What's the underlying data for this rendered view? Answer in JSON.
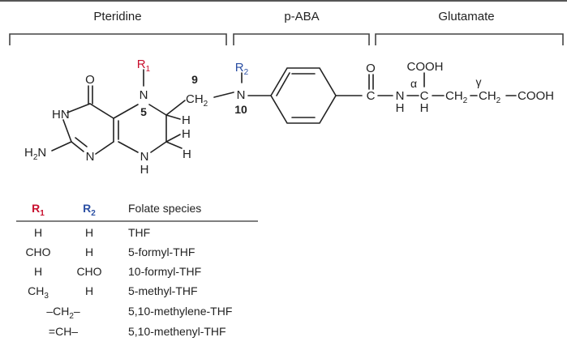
{
  "sections": {
    "pteridine": "Pteridine",
    "paba": "p-ABA",
    "glutamate": "Glutamate"
  },
  "molecule": {
    "o_top": "O",
    "r1_sym": "R",
    "r1_sub": "1",
    "n_ring": "N",
    "pos5": "5",
    "pos9": "9",
    "ch2_a": "CH",
    "ch2_a_sub": "2",
    "r2_sym": "R",
    "r2_sub": "2",
    "n10": "N",
    "pos10": "10",
    "hn_left": "HN",
    "h_a": "H",
    "h_b": "H",
    "h_c": "H",
    "h2n": "H",
    "h2n_sub": "2",
    "h2n_n": "N",
    "n_low": "N",
    "n_bottom": "N",
    "h_bottom": "H",
    "o_amide": "O",
    "c_amide": "C",
    "n_amide": "N",
    "h_amide": "H",
    "alpha": "α",
    "cooh_top": "COOH",
    "c_alpha": "C",
    "h_alpha": "H",
    "ch2_b": "CH",
    "ch2_b_sub": "2",
    "gamma": "γ",
    "ch2_c": "CH",
    "ch2_c_sub": "2",
    "cooh_end": "COOH"
  },
  "table": {
    "headers": {
      "r1_sym": "R",
      "r1_sub": "1",
      "r2_sym": "R",
      "r2_sub": "2",
      "species": "Folate species"
    },
    "rows": [
      {
        "r1": "H",
        "r2": "H",
        "species": "THF"
      },
      {
        "r1": "CHO",
        "r2": "H",
        "species": "5-formyl-THF"
      },
      {
        "r1": "H",
        "r2": "CHO",
        "species": "10-formyl-THF"
      },
      {
        "r1": "CH",
        "r1_sub": "3",
        "r2": "H",
        "species": "5-methyl-THF"
      },
      {
        "bridge": "–CH",
        "bridge_sub": "2",
        "bridge_end": "–",
        "species": "5,10-methylene-THF"
      },
      {
        "bridge": "=CH–",
        "species": "5,10-methenyl-THF"
      }
    ]
  },
  "colors": {
    "r1": "#c8102e",
    "r2": "#2b4fa3",
    "ink": "#222222",
    "rule": "#555555"
  }
}
